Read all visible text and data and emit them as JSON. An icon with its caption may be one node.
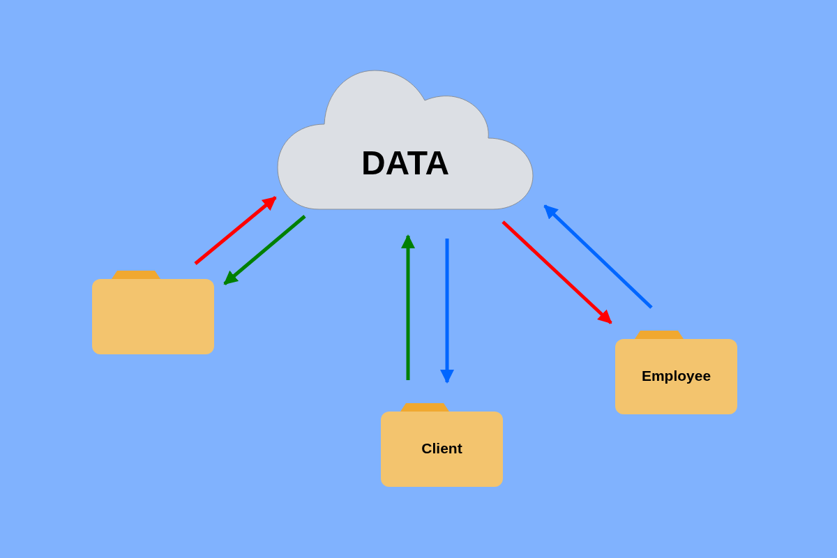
{
  "diagram": {
    "nodes": [
      {
        "text": [
          "DATA"
        ]
      },
      {
        "text": [],
        "shape": "folder"
      },
      {
        "text": [
          "Client"
        ]
      },
      {
        "text": [
          "Employee"
        ]
      }
    ],
    "edges": [
      {
        "from": 1,
        "to": 0,
        "arrow": "to",
        "color": "#ff0000"
      },
      {
        "from": 0,
        "to": 1,
        "arrow": "to",
        "color": "#008000"
      },
      {
        "from": 2,
        "to": 0,
        "arrow": "to",
        "color": "#008000"
      },
      {
        "from": 0,
        "to": 2,
        "arrow": "to",
        "color": "#0066ff"
      },
      {
        "from": 0,
        "to": 3,
        "arrow": "to",
        "color": "#ff0000"
      },
      {
        "from": 3,
        "to": 0,
        "arrow": "to",
        "color": "#0066ff"
      }
    ]
  }
}
